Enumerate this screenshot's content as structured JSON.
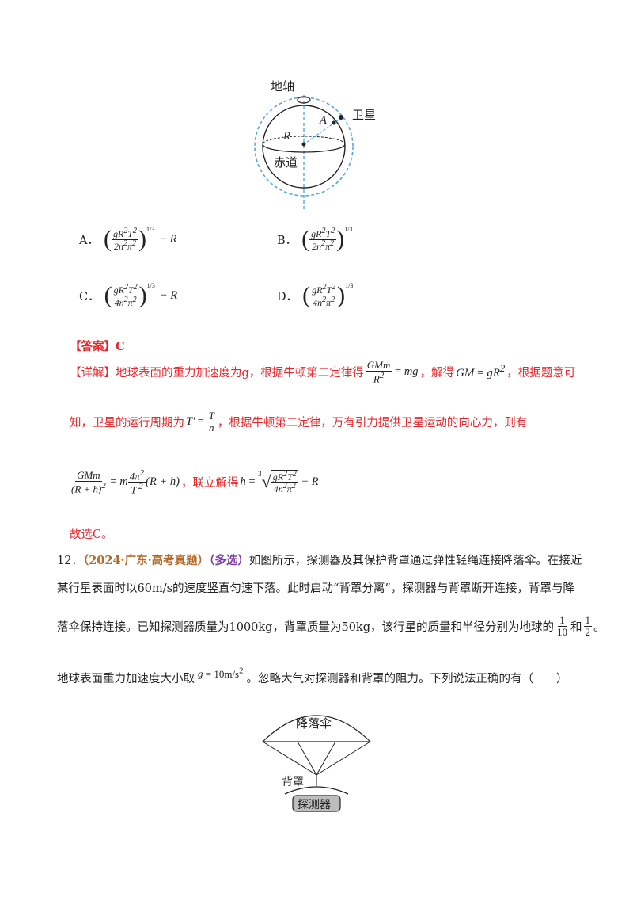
{
  "figure1": {
    "axis_label": "地轴",
    "satellite_label": "卫星",
    "equator_label": "赤道",
    "point_a": "A",
    "radius_label": "R"
  },
  "options": {
    "a_label": "A．",
    "b_label": "B．",
    "c_label": "C．",
    "d_label": "D．",
    "a_tail": "− R",
    "c_tail": "− R"
  },
  "answer": {
    "text": "【答案】C"
  },
  "detail": {
    "line1_a": "【详解】地球表面的重力加速度为g，根据牛顿第二定律得",
    "line1_b": "，解得",
    "line1_c": "，根据题意可",
    "line2_a": "知，卫星的运行周期为",
    "line2_b": "，根据牛顿第二定律，万有引力提供卫星运动的向心力，则有",
    "line3_b": "，联立解得",
    "conclusion": "故选C。"
  },
  "question12": {
    "number": "12．",
    "source": "（2024·广东·高考真题）",
    "tag": "（多选）",
    "line1": "如图所示，探测器及其保护背罩通过弹性轻绳连接降落伞。在接近",
    "line2": "某行星表面时以60m/s的速度竖直匀速下落。此时启动“背罩分离”，探测器与背罩断开连接，背罩与降",
    "line3_a": "落伞保持连接。已知探测器质量为1000kg，背罩质量为50kg，该行星的质量和半径分别为地球的",
    "line3_and": "和",
    "line3_end": "。",
    "line4_a": "地球表面重力加速度大小取",
    "line4_b": "。忽略大气对探测器和背罩的阻力。下列说法正确的有（　　）"
  },
  "figure2": {
    "parachute_label": "降落伞",
    "cover_label": "背罩",
    "probe_label": "探测器"
  }
}
